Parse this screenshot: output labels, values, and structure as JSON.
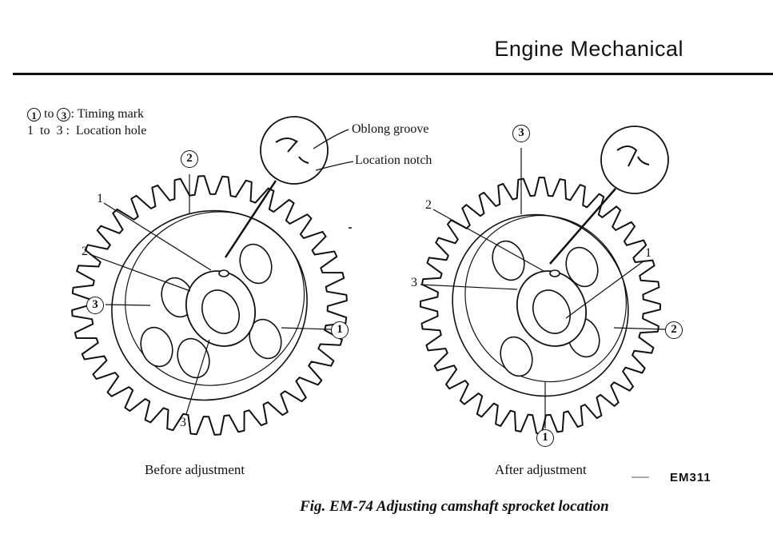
{
  "header": {
    "title": "Engine Mechanical"
  },
  "legend": {
    "timing": {
      "from": "1",
      "to": "3",
      "text": ": Timing mark",
      "joiner": "to"
    },
    "location": {
      "text": "1  to  3 :  Location hole"
    }
  },
  "callouts": {
    "oblong_groove": "Oblong groove",
    "location_notch": "Location notch"
  },
  "left": {
    "mark1": "1",
    "mark2": "2",
    "mark3": "3",
    "hole1": "1",
    "hole2": "2",
    "hole3": "3",
    "caption": "Before adjustment"
  },
  "right": {
    "mark1": "1",
    "mark2": "2",
    "mark3": "3",
    "hole1": "1",
    "hole2": "2",
    "hole3": "3",
    "caption": "After adjustment"
  },
  "figure": {
    "code": "EM311",
    "caption": "Fig. EM-74  Adjusting camshaft sprocket location"
  }
}
